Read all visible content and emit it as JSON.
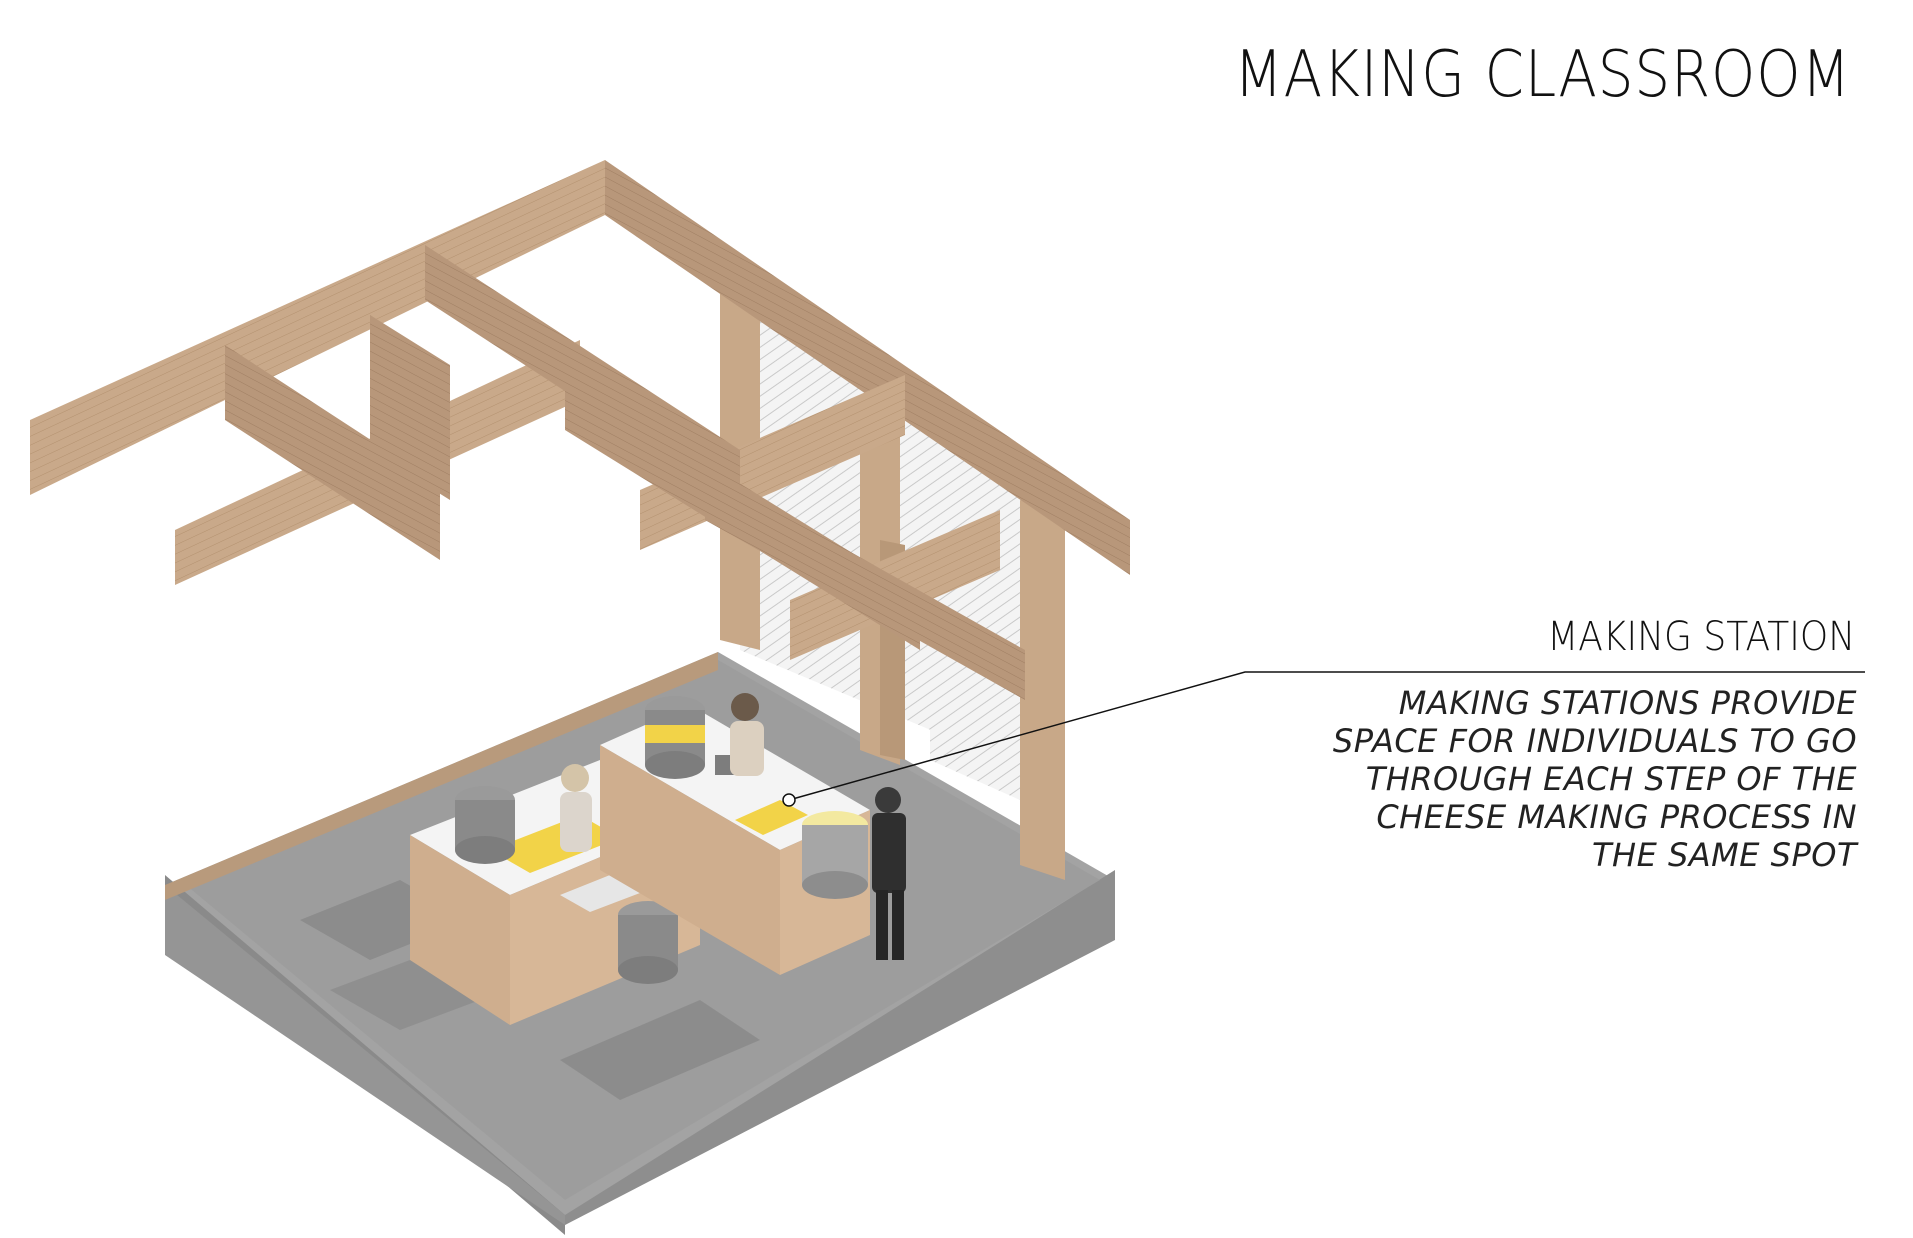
{
  "title": "MAKING CLASSROOM",
  "callout": {
    "heading": "MAKING STATION",
    "body_lines": [
      "MAKING STATIONS PROVIDE",
      "SPACE FOR INDIVIDUALS TO GO",
      "THROUGH EACH STEP OF THE",
      "CHEESE MAKING PROCESS IN",
      "THE SAME SPOT"
    ]
  },
  "colors": {
    "timber": "#c8a888",
    "timber_dark": "#a8876a",
    "concrete": "#9a9a9a",
    "concrete_dark": "#7d7d7d",
    "cheese": "#f2d348",
    "counter_top": "#f4f4f4"
  }
}
